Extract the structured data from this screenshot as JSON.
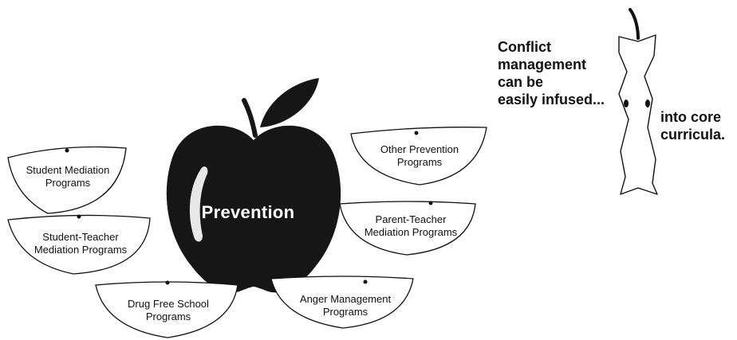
{
  "center": {
    "label": "Prevention"
  },
  "programs": [
    {
      "line1": "Student Mediation",
      "line2": "Programs"
    },
    {
      "line1": "Student-Teacher",
      "line2": "Mediation Programs"
    },
    {
      "line1": "Drug Free School",
      "line2": "Programs"
    },
    {
      "line1": "Anger Management",
      "line2": "Programs"
    },
    {
      "line1": "Parent-Teacher",
      "line2": "Mediation Programs"
    },
    {
      "line1": "Other Prevention",
      "line2": "Programs"
    }
  ],
  "callout": {
    "left_lines": [
      "Conflict",
      "management",
      "can be",
      "easily infused..."
    ],
    "right_lines": [
      "into core",
      "curricula."
    ]
  },
  "colors": {
    "apple": "#161616",
    "ink": "#111111",
    "paper": "#ffffff"
  }
}
